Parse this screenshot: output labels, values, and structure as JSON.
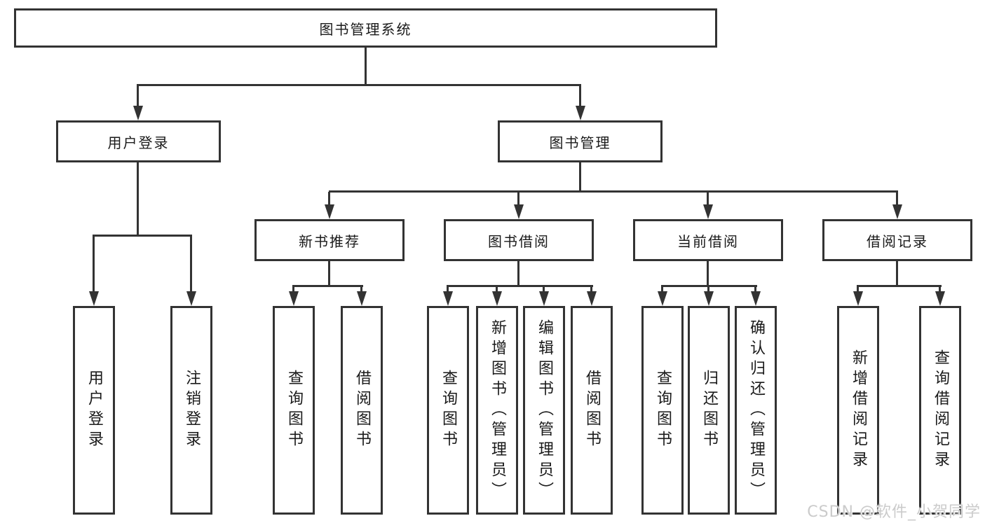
{
  "diagram": {
    "type": "hierarchy-tree",
    "root": {
      "label": "图书管理系统"
    },
    "branches": [
      {
        "label": "用户登录",
        "children": [
          {
            "label": "用户登录"
          },
          {
            "label": "注销登录"
          }
        ]
      },
      {
        "label": "图书管理",
        "children": [
          {
            "label": "新书推荐",
            "children": [
              {
                "label": "查询图书"
              },
              {
                "label": "借阅图书"
              }
            ]
          },
          {
            "label": "图书借阅",
            "children": [
              {
                "label": "查询图书"
              },
              {
                "label": "新增图书（管理员）"
              },
              {
                "label": "编辑图书（管理员）"
              },
              {
                "label": "借阅图书"
              }
            ]
          },
          {
            "label": "当前借阅",
            "children": [
              {
                "label": "查询图书"
              },
              {
                "label": "归还图书"
              },
              {
                "label": "确认归还（管理员）"
              }
            ]
          },
          {
            "label": "借阅记录",
            "children": [
              {
                "label": "新增借阅记录"
              },
              {
                "label": "查询借阅记录"
              }
            ]
          }
        ]
      }
    ]
  },
  "watermark": {
    "text": "CSDN @软件_小贺同学"
  },
  "colors": {
    "line": "#333333",
    "text": "#1a1a1a",
    "background": "#ffffff",
    "watermark": "#cbcbcb"
  }
}
